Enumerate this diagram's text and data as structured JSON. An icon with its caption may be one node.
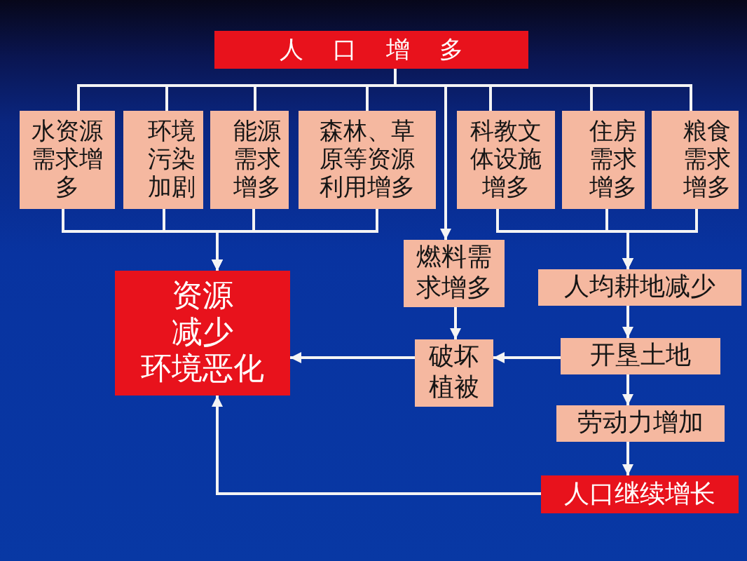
{
  "diagram": {
    "nodes": [
      {
        "text": [
          "人口增多"
        ]
      },
      {
        "text": [
          "水资源需求增多"
        ]
      },
      {
        "text": [
          "环境污染加剧"
        ]
      },
      {
        "text": [
          "能源需求增多"
        ]
      },
      {
        "text": [
          "森林、草原等资源利用增多"
        ]
      },
      {
        "text": [
          "科教文体设施增多"
        ]
      },
      {
        "text": [
          "住房需求增多"
        ]
      },
      {
        "text": [
          "粮食需求增多"
        ]
      },
      {
        "text": [
          "资源减少",
          "环境恶化"
        ]
      },
      {
        "text": [
          "燃料需求增多"
        ]
      },
      {
        "text": [
          "人均耕地减少"
        ]
      },
      {
        "text": [
          "破坏植被"
        ]
      },
      {
        "text": [
          "开垦土地"
        ]
      },
      {
        "text": [
          "劳动力增加"
        ]
      },
      {
        "text": [
          "人口继续增长"
        ]
      }
    ],
    "edges": [
      {
        "from": 0,
        "to": 1,
        "arrow": "none"
      },
      {
        "from": 0,
        "to": 2,
        "arrow": "none"
      },
      {
        "from": 0,
        "to": 3,
        "arrow": "none"
      },
      {
        "from": 0,
        "to": 4,
        "arrow": "none"
      },
      {
        "from": 0,
        "to": 9,
        "arrow": "to"
      },
      {
        "from": 0,
        "to": 5,
        "arrow": "none"
      },
      {
        "from": 0,
        "to": 6,
        "arrow": "none"
      },
      {
        "from": 0,
        "to": 7,
        "arrow": "none"
      },
      {
        "from": 1,
        "to": 8,
        "arrow": "to"
      },
      {
        "from": 2,
        "to": 8,
        "arrow": "to"
      },
      {
        "from": 3,
        "to": 8,
        "arrow": "to"
      },
      {
        "from": 4,
        "to": 8,
        "arrow": "to"
      },
      {
        "from": 5,
        "to": 10,
        "arrow": "to"
      },
      {
        "from": 6,
        "to": 10,
        "arrow": "to"
      },
      {
        "from": 7,
        "to": 10,
        "arrow": "to"
      },
      {
        "from": 9,
        "to": 11,
        "arrow": "to"
      },
      {
        "from": 10,
        "to": 12,
        "arrow": "to"
      },
      {
        "from": 12,
        "to": 11,
        "arrow": "to"
      },
      {
        "from": 11,
        "to": 8,
        "arrow": "to"
      },
      {
        "from": 12,
        "to": 13,
        "arrow": "to"
      },
      {
        "from": 13,
        "to": 14,
        "arrow": "to"
      },
      {
        "from": 14,
        "to": 8,
        "arrow": "to"
      }
    ]
  }
}
